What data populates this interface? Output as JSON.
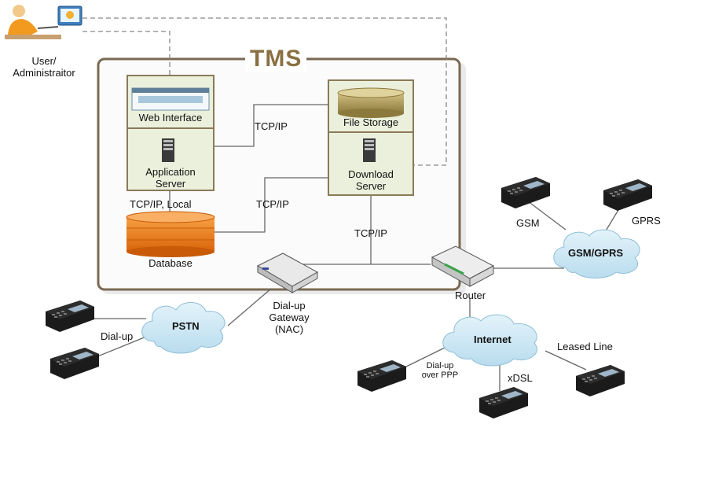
{
  "title": "TMS",
  "user_label_line1": "User/",
  "user_label_line2": "Administraitor",
  "components": {
    "web_interface": "Web Interface",
    "app_server_line1": "Application",
    "app_server_line2": "Server",
    "file_storage": "File Storage",
    "download_server_line1": "Download",
    "download_server_line2": "Server",
    "database": "Database",
    "gateway_line1": "Dial-up",
    "gateway_line2": "Gateway",
    "gateway_line3": "(NAC)",
    "router": "Router"
  },
  "connections": {
    "tcpip_top": "TCP/IP",
    "tcpip_local": "TCP/IP, Local",
    "tcpip_db": "TCP/IP",
    "tcpip_router": "TCP/IP",
    "dialup": "Dial-up",
    "gsm": "GSM",
    "gprs": "GPRS",
    "leased_line": "Leased Line",
    "dialup_ppp_line1": "Dial-up",
    "dialup_ppp_line2": "over PPP",
    "xdsl": "xDSL"
  },
  "clouds": {
    "pstn": "PSTN",
    "internet": "Internet",
    "gsm_gprs": "GSM/GPRS"
  },
  "colors": {
    "tms_border": "#7a6a52",
    "tms_title": "#8a7042",
    "panel_fill": "#ebf0dc",
    "panel_border": "#8a7a58",
    "cloud_fill": "#cfe8f3",
    "database_orange": "#f07c12",
    "storage_gold": "#b8a25a"
  }
}
